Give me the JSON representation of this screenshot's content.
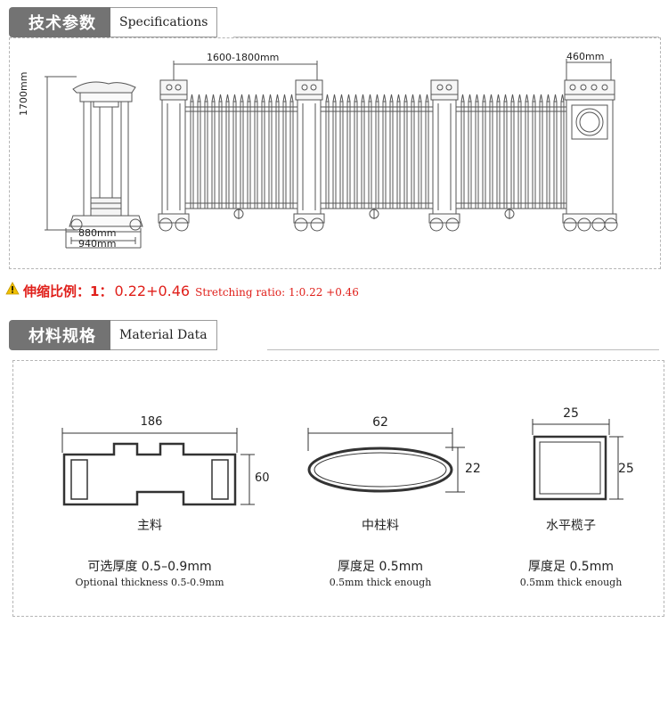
{
  "spec_section": {
    "title_zh": "技术参数",
    "title_en": "Specifications"
  },
  "gate_dims": {
    "height": "1700mm",
    "pillar_inner": "880mm",
    "pillar_outer": "940mm",
    "span": "1600-1800mm",
    "end_width": "460mm"
  },
  "ratio": {
    "label_zh": "伸缩比例：1：",
    "value": "0.22+0.46",
    "label_en": "Stretching ratio: 1:0.22 +0.46",
    "warning_color": "#f0c000"
  },
  "material_section": {
    "title_zh": "材料规格",
    "title_en": "Material Data"
  },
  "materials": [
    {
      "name": "主料",
      "width": "186",
      "height": "60",
      "desc_zh": "可选厚度 0.5–0.9mm",
      "desc_en": "Optional thickness 0.5-0.9mm"
    },
    {
      "name": "中柱料",
      "width": "62",
      "height": "22",
      "desc_zh": "厚度足 0.5mm",
      "desc_en": "0.5mm thick enough"
    },
    {
      "name": "水平榄子",
      "width": "25",
      "height": "25",
      "desc_zh": "厚度足 0.5mm",
      "desc_en": "0.5mm thick enough"
    }
  ],
  "colors": {
    "header_dark": "#737373",
    "accent_red": "#e0201b"
  }
}
